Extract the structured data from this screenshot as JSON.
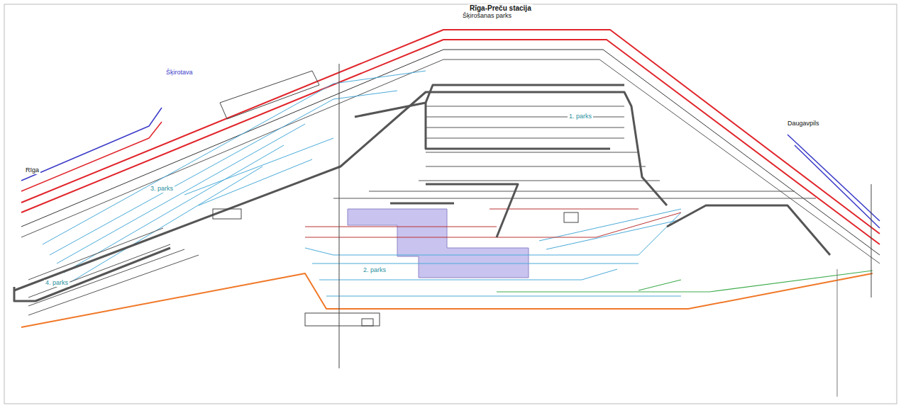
{
  "diagram": {
    "title": "Rīga-Preču stacija",
    "labels": [
      "Šķirošanas parks",
      "Šķirotava",
      "Rīga",
      "3. parks",
      "1. parks",
      "2. parks",
      "4. parks",
      "Daugavpils"
    ]
  }
}
